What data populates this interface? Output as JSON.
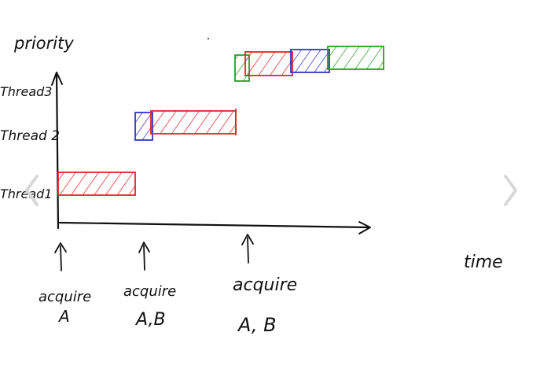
{
  "labels": {
    "y_axis": "priority",
    "x_axis": "time",
    "thread3": "Thread3",
    "thread2": "Thread 2",
    "thread1": "Thread1"
  },
  "events": [
    {
      "line1": "acquire",
      "line2": "A"
    },
    {
      "line1": "acquire",
      "line2": "A,B"
    },
    {
      "line1": "acquire",
      "line2": "A, B"
    }
  ],
  "legend_colors": {
    "resource_a": "#e0262a",
    "resource_b": "#2f35c7",
    "other": "#2e9a2e"
  },
  "navigation": {
    "previous_icon": "chevron-left-icon",
    "next_icon": "chevron-right-icon"
  }
}
